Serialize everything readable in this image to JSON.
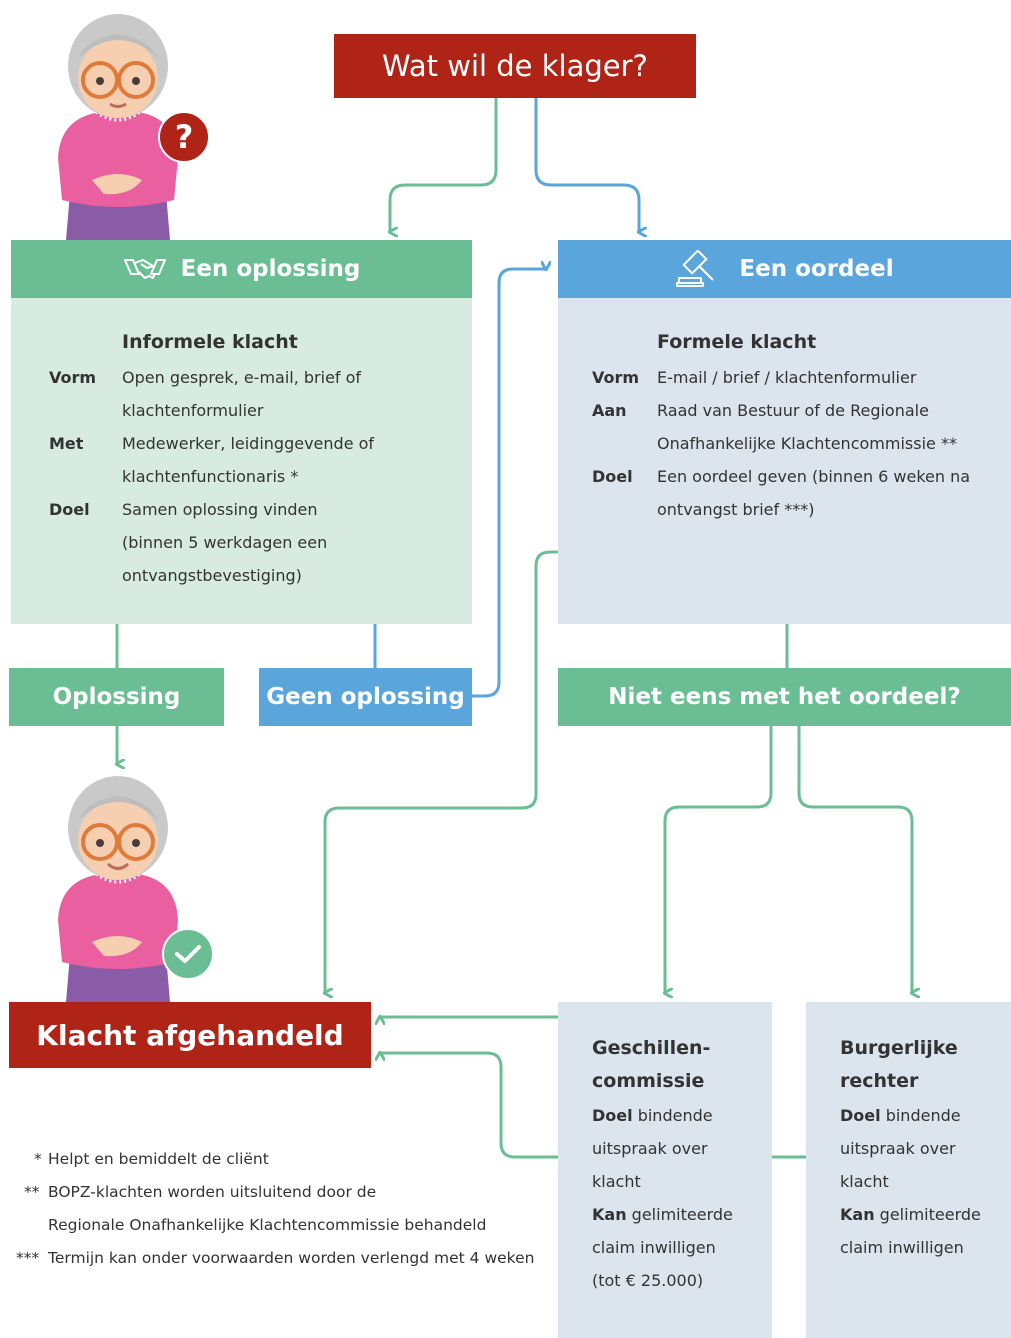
{
  "title": "Wat wil de klager?",
  "solution_box": {
    "header": "Een oplossing",
    "subtitle": "Informele klacht",
    "rows": [
      {
        "label": "Vorm",
        "lines": [
          "Open gesprek, e-mail, brief of",
          "klachtenformulier"
        ]
      },
      {
        "label": "Met",
        "lines": [
          "Medewerker, leidinggevende of",
          "klachtenfunctionaris *"
        ]
      },
      {
        "label": "Doel",
        "lines": [
          "Samen oplossing vinden",
          "(binnen 5 werkdagen een",
          "ontvangstbevestiging)"
        ]
      }
    ]
  },
  "judgement_box": {
    "header": "Een oordeel",
    "subtitle": "Formele klacht",
    "rows": [
      {
        "label": "Vorm",
        "lines": [
          "E-mail / brief / klachtenformulier"
        ]
      },
      {
        "label": "Aan",
        "lines": [
          "Raad van Bestuur of de Regionale",
          "Onafhankelijke Klachtencommissie **"
        ]
      },
      {
        "label": "Doel",
        "lines": [
          "Een oordeel geven (binnen 6 weken na",
          "ontvangst brief ***)"
        ]
      }
    ]
  },
  "oplossing_label": "Oplossing",
  "geen_oplossing_label": "Geen oplossing",
  "niet_eens_label": "Niet eens met het oordeel?",
  "afgehandeld_label": "Klacht afgehandeld",
  "geschillen": {
    "title_lines": [
      "Geschillen-",
      "commissie"
    ],
    "doel_label": "Doel",
    "doel_lines": [
      " bindende",
      "uitspraak over",
      "klacht"
    ],
    "kan_label": "Kan",
    "kan_lines": [
      " gelimiteerde",
      "claim inwilligen",
      "(tot € 25.000)"
    ]
  },
  "rechter": {
    "title_lines": [
      "Burgerlijke",
      "rechter"
    ],
    "doel_label": "Doel",
    "doel_lines": [
      " bindende",
      "uitspraak over",
      "klacht"
    ],
    "kan_label": "Kan",
    "kan_lines": [
      " gelimiteerde",
      "claim inwilligen"
    ]
  },
  "footnotes": [
    {
      "mark": "*",
      "lines": [
        "Helpt en bemiddelt de cliënt"
      ]
    },
    {
      "mark": "**",
      "lines": [
        "BOPZ-klachten worden uitsluitend door de",
        "Regionale Onafhankelijke Klachtencommissie behandeld"
      ]
    },
    {
      "mark": "***",
      "lines": [
        "Termijn kan onder voorwaarden worden verlengd met 4 weken"
      ]
    }
  ],
  "icons": {
    "question_badge": "question-mark-icon",
    "check_badge": "checkmark-icon",
    "handshake": "handshake-icon",
    "gavel": "gavel-icon"
  },
  "colors": {
    "red": "#b02418",
    "green": "#6bbd93",
    "blue": "#5aa5dc",
    "light_green": "#d7ebe1",
    "light_blue": "#dce4ee"
  }
}
